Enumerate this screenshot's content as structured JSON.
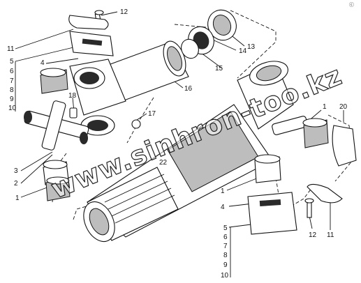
{
  "watermark": "www.sinhron-too.kz",
  "corner_mark": "ⓒ",
  "callouts": [
    "12",
    "11",
    "5",
    "6",
    "7",
    "8",
    "9",
    "10",
    "4",
    "13",
    "14",
    "15",
    "16",
    "18",
    "17",
    "3",
    "2",
    "1",
    "22",
    "1",
    "20",
    "1",
    "4",
    "5",
    "6",
    "7",
    "8",
    "9",
    "10",
    "12",
    "11"
  ]
}
